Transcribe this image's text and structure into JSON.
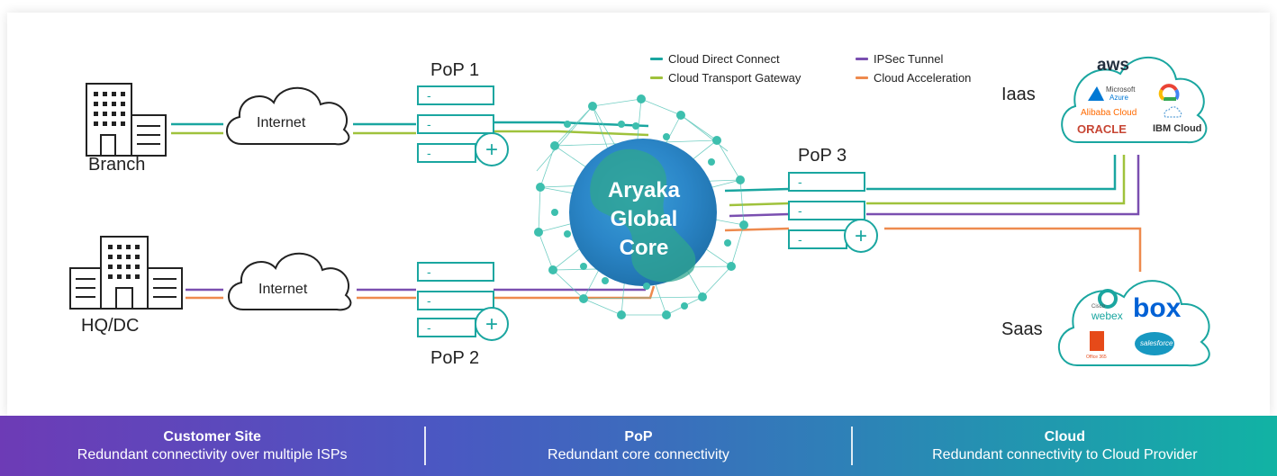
{
  "labels": {
    "branch": "Branch",
    "hq": "HQ/DC",
    "internet_top": "Internet",
    "internet_bottom": "Internet",
    "pop1": "PoP 1",
    "pop2": "PoP 2",
    "pop3": "PoP 3",
    "iaas": "Iaas",
    "saas": "Saas"
  },
  "core": {
    "line1": "Aryaka",
    "line2": "Global",
    "line3": "Core"
  },
  "legend": [
    {
      "label": "Cloud Direct Connect",
      "color": "#1aa6a0"
    },
    {
      "label": "IPSec Tunnel",
      "color": "#7a4fb0"
    },
    {
      "label": "Cloud Transport Gateway",
      "color": "#9fc23c"
    },
    {
      "label": "Cloud Acceleration",
      "color": "#ee8a4e"
    }
  ],
  "iaas_logos": {
    "aws": "aws",
    "azure_1": "Microsoft",
    "azure_2": "Azure",
    "alibaba": "Alibaba Cloud",
    "oracle": "ORACLE",
    "ibm": "IBM Cloud"
  },
  "saas_logos": {
    "cisco": "Cisco",
    "webex": "webex",
    "box": "box",
    "office": "Office 365",
    "salesforce": "salesforce"
  },
  "bottom": [
    {
      "title": "Customer Site",
      "text": "Redundant connectivity over multiple ISPs"
    },
    {
      "title": "PoP",
      "text": "Redundant core connectivity"
    },
    {
      "title": "Cloud",
      "text": "Redundant connectivity to Cloud Provider"
    }
  ],
  "server_dash": "-",
  "plus": "+",
  "colors": {
    "teal": "#1aa6a0",
    "green": "#9fc23c",
    "purple": "#7a4fb0",
    "orange": "#ee8a4e",
    "core_blue": "#2b86c8",
    "core_green": "#2fa58f"
  }
}
